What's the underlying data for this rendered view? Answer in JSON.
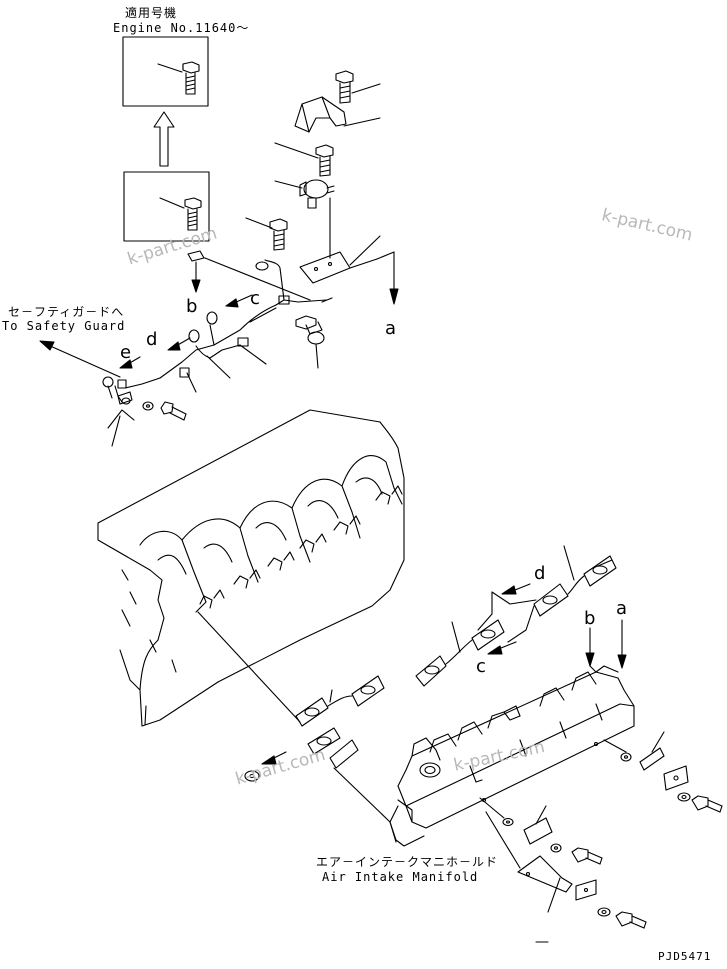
{
  "header": {
    "applicable_jp": "適用号機",
    "engine_no": "Engine No.11640～"
  },
  "safety_guard": {
    "jp": "セ－フティガ－ドへ",
    "en": "To Safety Guard"
  },
  "manifold": {
    "jp": "エア－インテ－クマニホ－ルド",
    "en": "Air Intake Manifold"
  },
  "figure_code": "PJD5471",
  "callouts": {
    "a_top": "a",
    "b_top": "b",
    "c_top": "c",
    "d_top": "d",
    "e_top": "e",
    "d_bottom": "d",
    "c_bottom": "c",
    "b_bottom": "b",
    "a_bottom": "a"
  },
  "watermark": "k-part.com",
  "colors": {
    "ink": "#000000",
    "watermark": "#b8b8b8",
    "background": "#ffffff"
  }
}
